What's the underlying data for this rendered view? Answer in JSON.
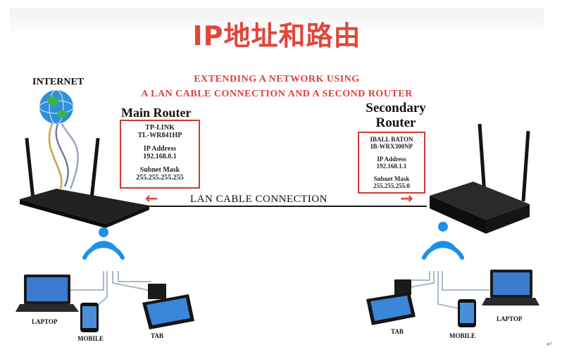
{
  "title": "IP地址和路由",
  "subtitle": {
    "line1": "EXTENDING A NETWORK USING",
    "line2": "A LAN CABLE CONNECTION AND A SECOND ROUTER"
  },
  "internet_label": "INTERNET",
  "main_router": {
    "heading": "Main Router",
    "brand": "TP-LINK",
    "model": "TL-WR841HP",
    "ip_label": "IP Address",
    "ip": "192.168.0.1",
    "mask_label": "Subnet Mask",
    "mask": "255.255.255.255"
  },
  "secondary_router": {
    "heading_line1": "Secondary",
    "heading_line2": "Router",
    "brand": "IBALL BATON",
    "model": "IB-WRX300NP",
    "ip_label": "IP Address",
    "ip": "192.168.1.1",
    "mask_label": "Subnet Mask",
    "mask": "255.255.255.0"
  },
  "connection_label": "LAN CABLE CONNECTION",
  "arrow_left": "←",
  "arrow_right": "→",
  "left_devices": {
    "laptop": "LAPTOP",
    "mobile": "MOBILE",
    "tab": "TAB"
  },
  "right_devices": {
    "laptop": "LAPTOP",
    "mobile": "MOBILE",
    "tab": "TAB"
  },
  "return_mark": "↵",
  "colors": {
    "accent": "#e0463a",
    "wifi": "#1e90e8",
    "router": "#1a1a1a"
  },
  "icons": [
    "globe-icon",
    "router-icon",
    "wifi-icon",
    "laptop-icon",
    "mobile-icon",
    "tablet-icon"
  ]
}
